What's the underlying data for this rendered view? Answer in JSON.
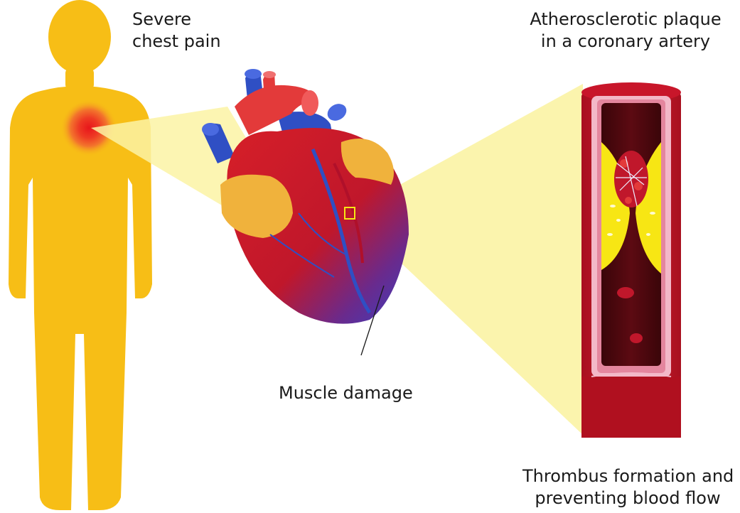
{
  "labels": {
    "chest_pain": [
      "Severe",
      "chest pain"
    ],
    "plaque": [
      "Atherosclerotic plaque",
      "in a coronary artery"
    ],
    "muscle": "Muscle damage",
    "thrombus": [
      "Thrombus formation and",
      "preventing blood flow"
    ]
  },
  "colors": {
    "body": "#f7be16",
    "callout": "#fbf3a4",
    "artery_red": "#c0172b",
    "vein_blue": "#2f4fc4",
    "plaque_yellow": "#f7e614"
  }
}
